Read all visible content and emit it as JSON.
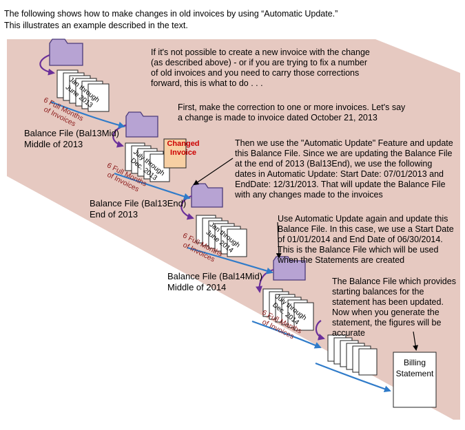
{
  "intro": {
    "line1": "The following shows how to make changes in old invoices by using “Automatic Update.”",
    "line2": "This illustrates an example described in the text."
  },
  "paragraphs": {
    "p1": "If it's not possible to create a new invoice with the change (as described above) - or if you are trying to fix a number of old invoices and you need to carry those corrections forward, this is what to do . . .",
    "p2": "First, make the correction to one or more invoices.  Let's say a change is made to invoice dated October 21, 2013",
    "p3": "Then we use the \"Automatic Update\" Feature and update this Balance File.  Since we are updating the Balance File at the end of 2013 (Bal13End), we use the following dates in Automatic Update: Start Date: 07/01/2013 and EndDate: 12/31/2013.  That will update the Balance File with any changes made to the invoices",
    "p4": "Use Automatic Update again and update this Balance File. In this case, we use a Start Date of 01/01/2014 and End Date of 06/30/2014. This is the Balance File which will be used when the Statements are created",
    "p5": "The Balance File which provides starting balances for the statement has been updated. Now when you generate the statement, the figures will be accurate"
  },
  "balance_files": {
    "b1": {
      "name": "Balance File (Bal13Mid)",
      "when": "Middle of 2013"
    },
    "b2": {
      "name": "Balance File (Bal13End)",
      "when": "End of 2013"
    },
    "b3": {
      "name": "Balance File (Bal14Mid)",
      "when": "Middle of 2014"
    }
  },
  "invoice_stacks": {
    "s1": {
      "line1": "Jan through",
      "line2": "June 2013"
    },
    "s2": {
      "line1": "July through",
      "line2": "Dec. 2013"
    },
    "s3": {
      "line1": "Jan through",
      "line2": "June 2014"
    },
    "s4": {
      "line1": "July through",
      "line2": "Dec. 2014"
    }
  },
  "period_label": {
    "line1": "6 Full Months",
    "line2": "of Invoices"
  },
  "changed_invoice": {
    "line1": "Changed",
    "line2": "Invoice"
  },
  "billing_statement": {
    "line1": "Billing",
    "line2": "Statement"
  },
  "colors": {
    "band": "#e6c9c1",
    "folder": "#b7a3d3",
    "folder_border": "#4b3a7a",
    "purple_arrow": "#6a2f9a",
    "blue_arrow": "#2f7bc9",
    "period_text": "#8b1a1a",
    "changed_fill": "#f7cfa3",
    "changed_text": "#cc0000"
  }
}
